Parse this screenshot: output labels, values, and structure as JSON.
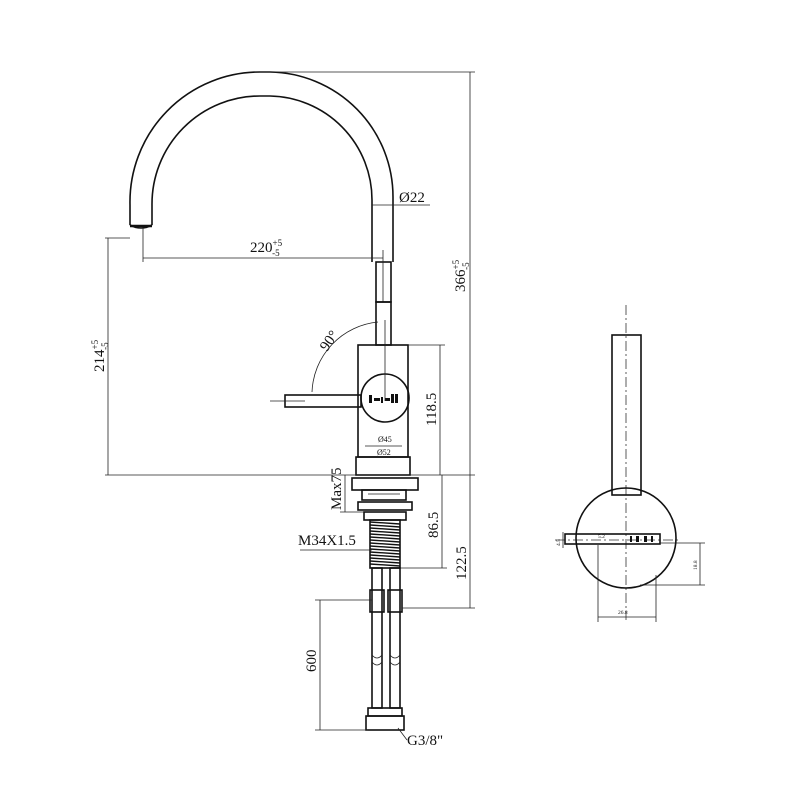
{
  "side_view": {
    "spout_height": "366",
    "spout_height_tol_upper": "+5",
    "spout_height_tol_lower": "-5",
    "spout_reach": "220",
    "spout_reach_tol_upper": "+5",
    "spout_reach_tol_lower": "-5",
    "clearance": "214",
    "clearance_tol_upper": "+5",
    "clearance_tol_lower": "-5",
    "spout_diameter": "Ø22",
    "lever_angle": "90°",
    "body_height": "118.5",
    "body_dia_upper": "Ø45",
    "body_dia_base": "Ø52",
    "max_counter": "Max75",
    "shank_length": "86.5",
    "thread": "M34X1.5",
    "total_below": "122.5",
    "hose_length": "600",
    "connector": "G3/8\""
  },
  "front_view": {
    "left_dim": "4.5",
    "height_dim": "18.8",
    "width_dim": "26.8",
    "small_mark": "5.2"
  }
}
